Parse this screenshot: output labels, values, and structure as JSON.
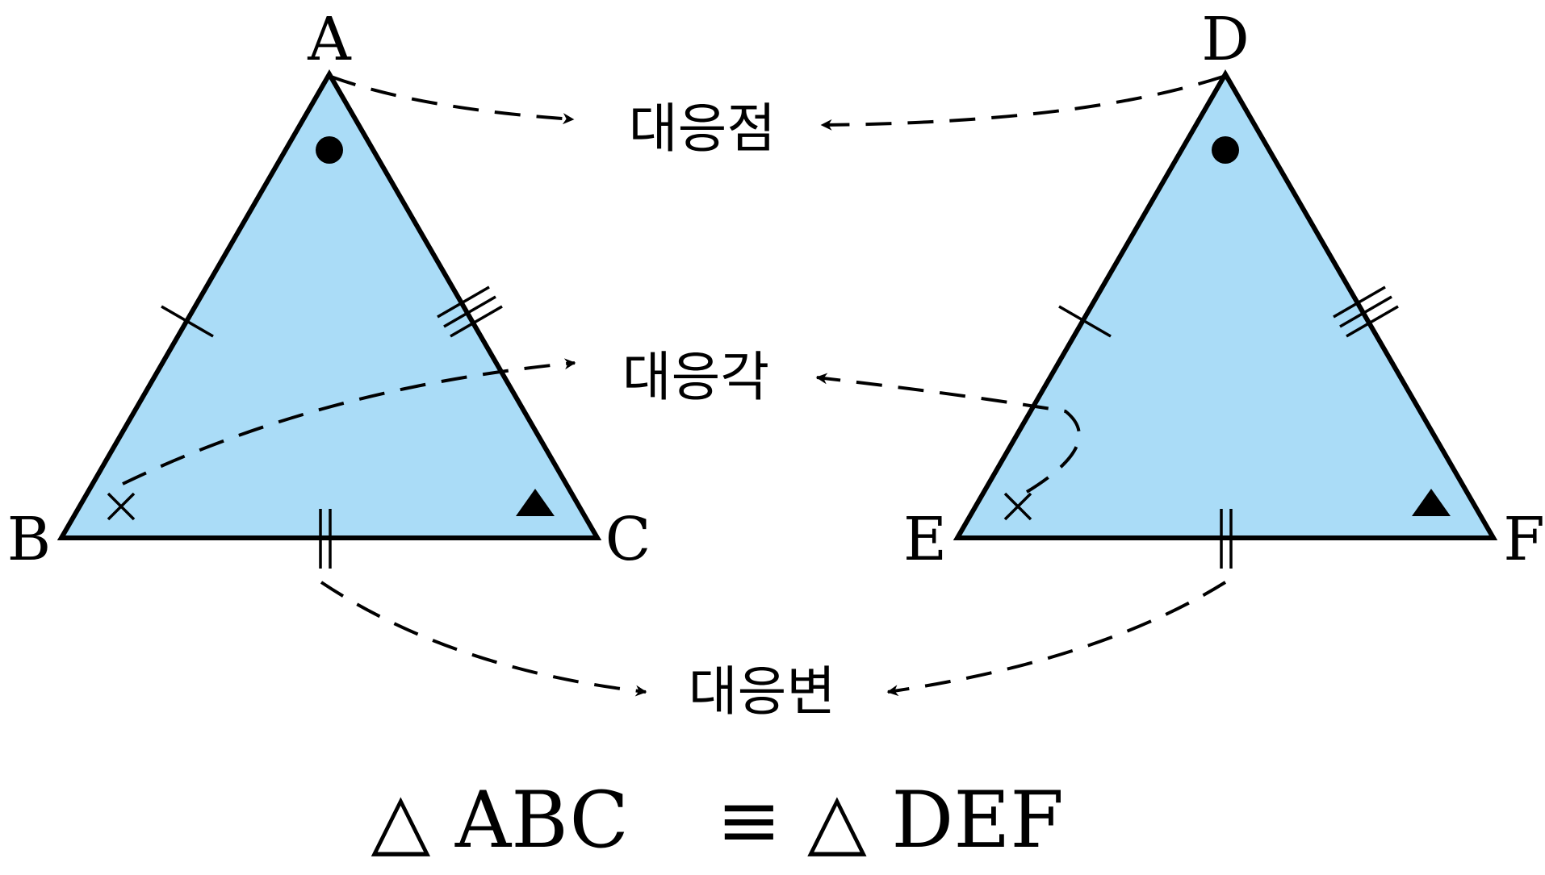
{
  "colors": {
    "triangle_fill": "#aadcf7",
    "stroke": "#000000"
  },
  "triangle_abc": {
    "vertices": [
      "A",
      "B",
      "C"
    ]
  },
  "triangle_def": {
    "vertices": [
      "D",
      "E",
      "F"
    ]
  },
  "correspondence_labels": {
    "points": "대응점",
    "angles": "대응각",
    "sides": "대응변"
  },
  "formula": {
    "left": "△ ABC",
    "relation": "≡",
    "right": "△ DEF"
  },
  "angle_markers": [
    "dot-icon",
    "cross-icon",
    "triangle-icon"
  ],
  "side_markers": [
    "single-tick-icon",
    "double-tick-icon",
    "triple-tick-icon"
  ]
}
